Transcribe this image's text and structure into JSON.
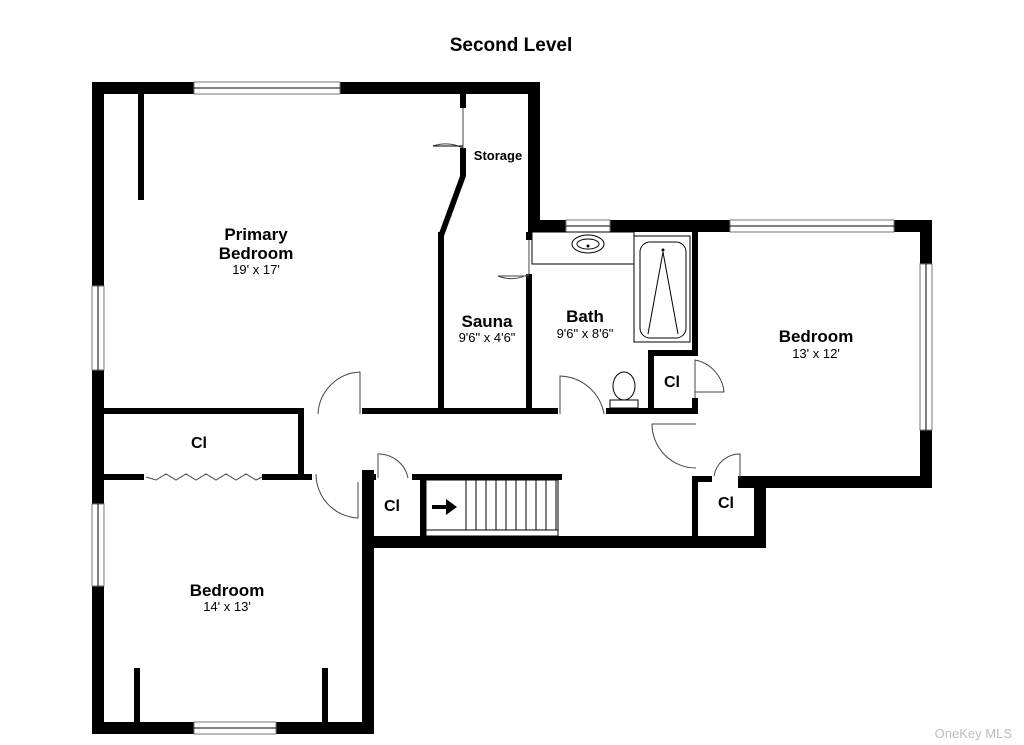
{
  "title": "Second Level",
  "watermark": "OneKey MLS",
  "rooms": {
    "primary_bedroom": {
      "name_line1": "Primary",
      "name_line2": "Bedroom",
      "dims": "19' x 17'"
    },
    "storage": {
      "name": "Storage"
    },
    "sauna": {
      "name": "Sauna",
      "dims": "9'6\" x 4'6\""
    },
    "bath": {
      "name": "Bath",
      "dims": "9'6\" x 8'6\""
    },
    "bedroom_right": {
      "name": "Bedroom",
      "dims": "13' x 12'"
    },
    "bedroom_left": {
      "name": "Bedroom",
      "dims": "14' x 13'"
    },
    "closet_hall": {
      "name": "Cl"
    },
    "closet_stair": {
      "name": "Cl"
    },
    "closet_bath": {
      "name": "Cl"
    },
    "closet_right": {
      "name": "Cl"
    }
  },
  "colors": {
    "wall": "#000000",
    "window_frame": "#777777",
    "watermark": "#bdbdbd"
  }
}
